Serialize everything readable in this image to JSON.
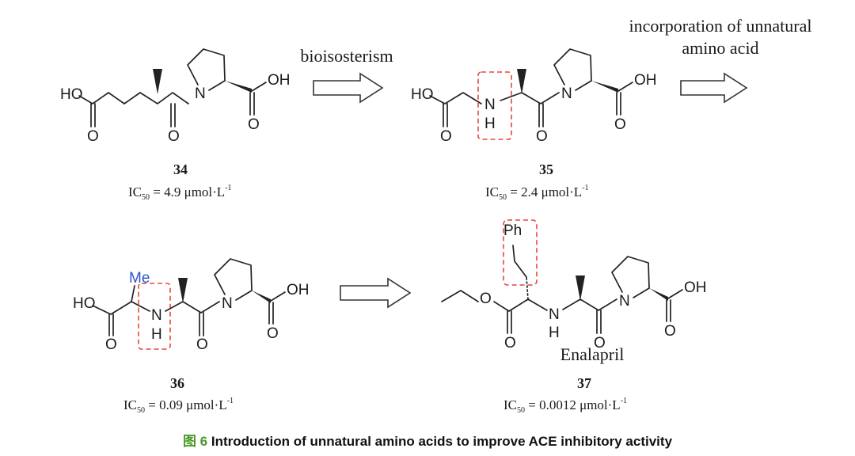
{
  "figure": {
    "caption_tag": "图 6",
    "caption_text": "Introduction of unnatural amino acids to improve ACE inhibitory activity"
  },
  "arrows": {
    "a1_label": "bioisosterism",
    "a2_label_line1": "incorporation of unnatural",
    "a2_label_line2": "amino acid"
  },
  "compounds": [
    {
      "id": "34",
      "ic50_prefix": "IC",
      "ic50_sub": "50",
      "ic50_value": " = 4.9 μmol·L",
      "ic50_exp": "-1"
    },
    {
      "id": "35",
      "ic50_prefix": "IC",
      "ic50_sub": "50",
      "ic50_value": " = 2.4 μmol·L",
      "ic50_exp": "-1"
    },
    {
      "id": "36",
      "ic50_prefix": "IC",
      "ic50_sub": "50",
      "ic50_value": " = 0.09 μmol·L",
      "ic50_exp": "-1"
    },
    {
      "id": "37",
      "name": "Enalapril",
      "ic50_prefix": "IC",
      "ic50_sub": "50",
      "ic50_value": " = 0.0012 μmol·L",
      "ic50_exp": "-1"
    }
  ],
  "atoms": {
    "ho": "HO",
    "oh": "OH",
    "n": "N",
    "h": "H",
    "o": "O",
    "me": "Me",
    "ph": "Ph"
  },
  "colors": {
    "highlight_box": "#e8473c",
    "me_label": "#2f55c8",
    "caption_tag": "#4a9a2a"
  }
}
